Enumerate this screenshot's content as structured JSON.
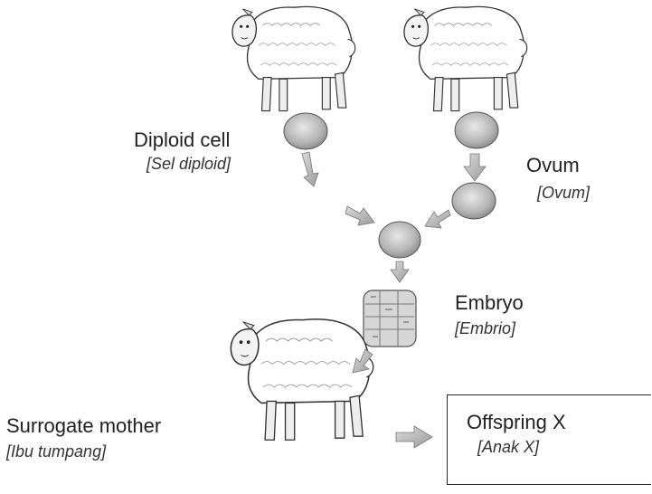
{
  "labels": {
    "diploid_cell": {
      "en": "Diploid cell",
      "my": "[Sel diploid]"
    },
    "ovum": {
      "en": "Ovum",
      "my": "[Ovum]"
    },
    "embryo": {
      "en": "Embryo",
      "my": "[Embrio]"
    },
    "surrogate": {
      "en": "Surrogate mother",
      "my": "[Ibu tumpang]"
    },
    "offspring": {
      "en": "Offspring X",
      "my": "[Anak X]"
    }
  }
}
